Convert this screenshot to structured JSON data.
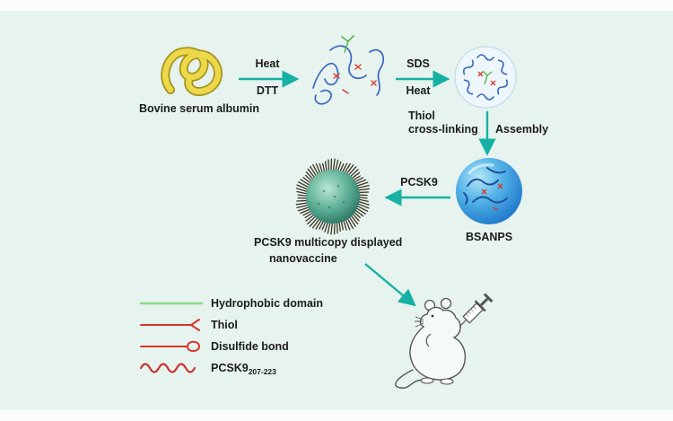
{
  "colors": {
    "background": "#e6f3ee",
    "arrow_teal": "#17b0a4",
    "bsa_yellow": "#ecd94a",
    "protein_blue": "#3a66c0",
    "peptide_red": "#d63a2e",
    "hydrophobic_green": "#8adb84",
    "nanovaccine_teal": "#59ad93",
    "bsanps_blue": "#55b4e8"
  },
  "steps": {
    "bsa_label": "Bovine serum albumin",
    "arrow1_top": "Heat",
    "arrow1_bottom": "DTT",
    "arrow2_top": "SDS",
    "arrow2_bottom": "Heat",
    "thiol_line1": "Thiol",
    "thiol_line2": "cross-linking",
    "assembly": "Assembly",
    "pcsk9_arrow": "PCSK9",
    "bsanps_label": "BSANPS",
    "vaccine_line1": "PCSK9 multicopy displayed",
    "vaccine_line2": "nanovaccine"
  },
  "legend": {
    "items": [
      {
        "label": "Hydrophobic domain"
      },
      {
        "label": "Thiol"
      },
      {
        "label": "Disulfide bond"
      },
      {
        "label": "PCSK9",
        "subscript": "207-223"
      }
    ]
  }
}
